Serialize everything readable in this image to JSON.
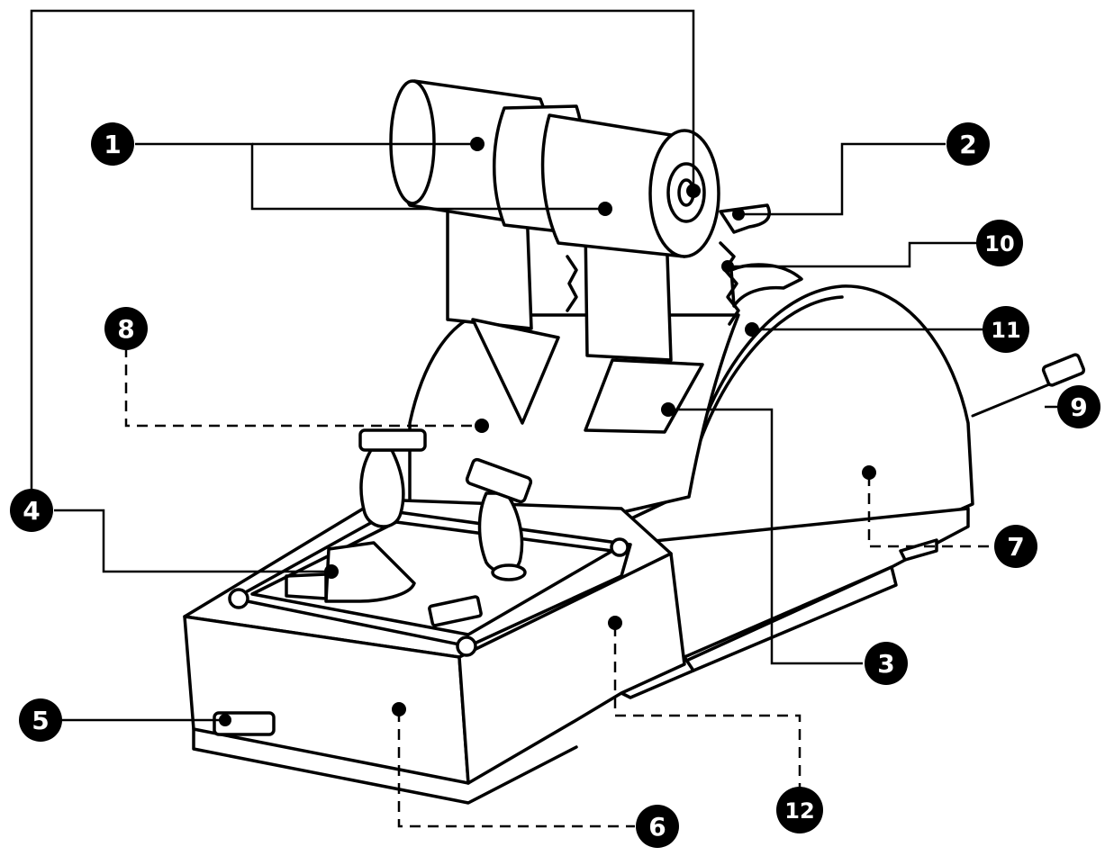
{
  "diagram": {
    "colors": {
      "ink": "#000000",
      "paper": "#ffffff"
    },
    "callouts": [
      {
        "id": "c1",
        "number": "1"
      },
      {
        "id": "c2",
        "number": "2"
      },
      {
        "id": "c3",
        "number": "3"
      },
      {
        "id": "c4",
        "number": "4"
      },
      {
        "id": "c5",
        "number": "5"
      },
      {
        "id": "c6",
        "number": "6"
      },
      {
        "id": "c7",
        "number": "7"
      },
      {
        "id": "c8",
        "number": "8"
      },
      {
        "id": "c9",
        "number": "9"
      },
      {
        "id": "c10",
        "number": "10"
      },
      {
        "id": "c11",
        "number": "11"
      },
      {
        "id": "c12",
        "number": "12"
      }
    ]
  }
}
